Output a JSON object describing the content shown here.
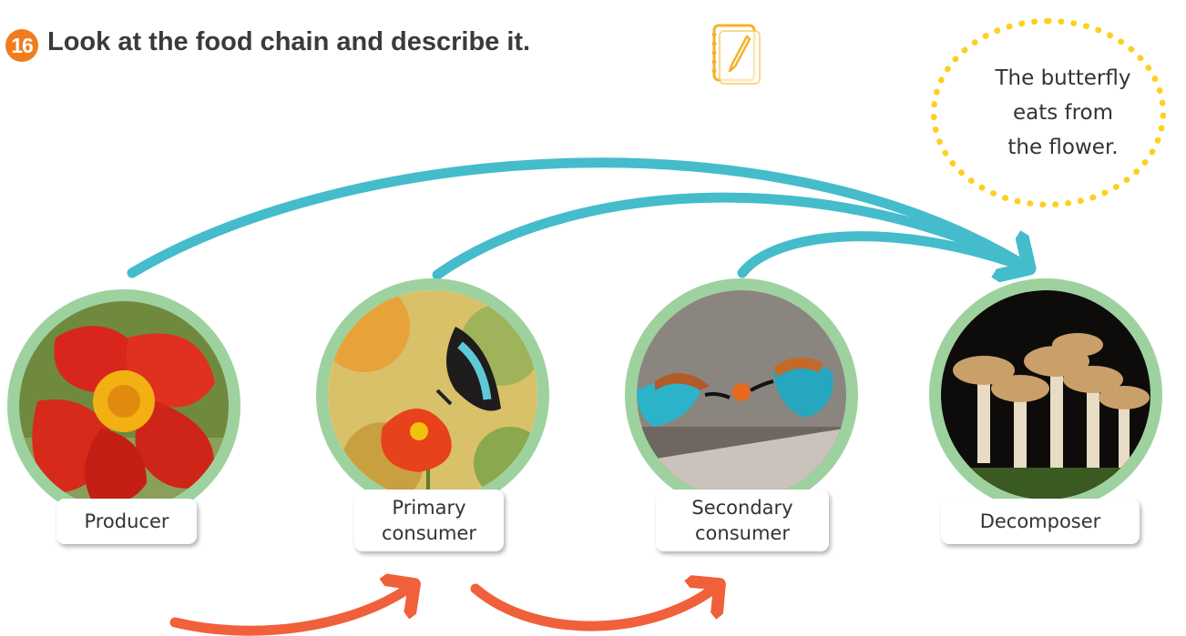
{
  "header": {
    "number": "16",
    "instruction": "Look at the food chain and describe it."
  },
  "speech_bubble": {
    "text": "The butterfly eats from the flower."
  },
  "nodes": [
    {
      "label": "Producer",
      "image": "red-flower"
    },
    {
      "label": "Primary consumer",
      "image": "butterfly-on-flower"
    },
    {
      "label": "Secondary consumer",
      "image": "bee-eater-birds"
    },
    {
      "label": "Decomposer",
      "image": "mushrooms"
    }
  ],
  "colors": {
    "badge": "#f07d1c",
    "node_ring": "#9dd29e",
    "decomposer_arrows": "#44bccb",
    "chain_arrows": "#f0603a",
    "bubble_border": "#fdd020"
  }
}
